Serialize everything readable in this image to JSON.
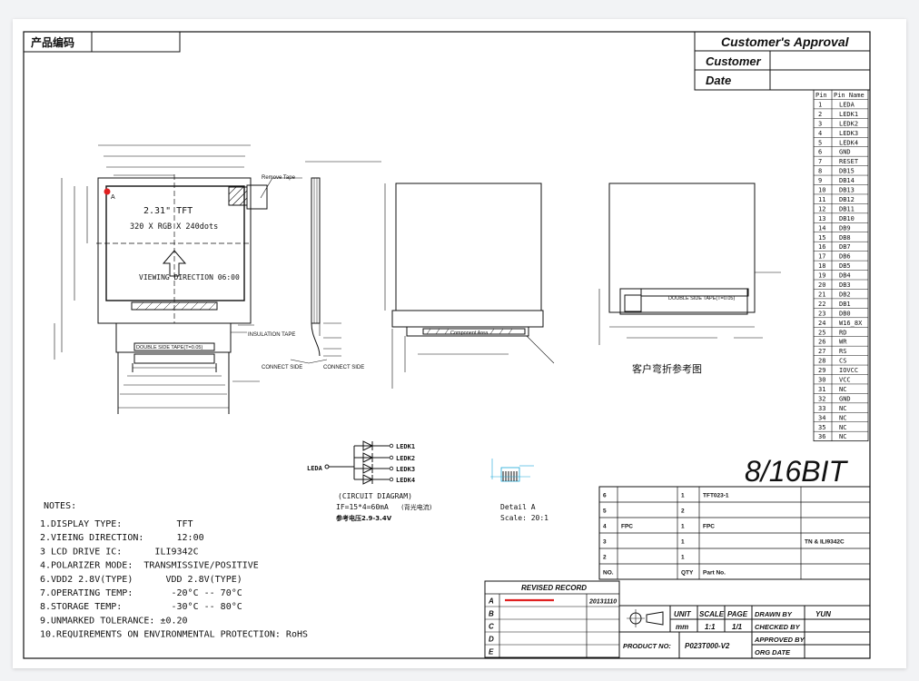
{
  "product_code_label": "产品编码",
  "approval": {
    "title": "Customer's Approval",
    "customer_label": "Customer",
    "date_label": "Date"
  },
  "pins": {
    "header": [
      "Pin",
      "Pin Name"
    ],
    "rows": [
      [
        "1",
        "LEDA"
      ],
      [
        "2",
        "LEDK1"
      ],
      [
        "3",
        "LEDK2"
      ],
      [
        "4",
        "LEDK3"
      ],
      [
        "5",
        "LEDK4"
      ],
      [
        "6",
        "GND"
      ],
      [
        "7",
        "RESET"
      ],
      [
        "8",
        "DB15"
      ],
      [
        "9",
        "DB14"
      ],
      [
        "10",
        "DB13"
      ],
      [
        "11",
        "DB12"
      ],
      [
        "12",
        "DB11"
      ],
      [
        "13",
        "DB10"
      ],
      [
        "14",
        "DB9"
      ],
      [
        "15",
        "DB8"
      ],
      [
        "16",
        "DB7"
      ],
      [
        "17",
        "DB6"
      ],
      [
        "18",
        "DB5"
      ],
      [
        "19",
        "DB4"
      ],
      [
        "20",
        "DB3"
      ],
      [
        "21",
        "DB2"
      ],
      [
        "22",
        "DB1"
      ],
      [
        "23",
        "DB0"
      ],
      [
        "24",
        "W16_8X"
      ],
      [
        "25",
        "RD"
      ],
      [
        "26",
        "WR"
      ],
      [
        "27",
        "RS"
      ],
      [
        "28",
        "CS"
      ],
      [
        "29",
        "IOVCC"
      ],
      [
        "30",
        "VCC"
      ],
      [
        "31",
        "NC"
      ],
      [
        "32",
        "GND"
      ],
      [
        "33",
        "NC"
      ],
      [
        "34",
        "NC"
      ],
      [
        "35",
        "NC"
      ],
      [
        "36",
        "NC"
      ]
    ]
  },
  "bit_label": "8/16BIT",
  "front_view": {
    "title": "2.31\" TFT",
    "resolution": "320 X RGB X 240dots",
    "viewing": "VIEWING DIRECTION 06:00",
    "marker": "A",
    "remove_tape": "Remove Tape",
    "insulation_tape": "INSULATION TAPE",
    "double_side_tape": "DOUBLE SIDE TAPE(T=0.05)",
    "connect_side": "CONNECT SIDE"
  },
  "side_view": {
    "connect_side": "CONNECT SIDE"
  },
  "back_view": {
    "component_area": "Component Area"
  },
  "bent_view": {
    "double_side_tape": "DOUBLE SIDE TAPE(T=0.05)",
    "caption": "客户弯折参考图"
  },
  "circuit": {
    "leda": "LEDA",
    "ledk": [
      "LEDK1",
      "LEDK2",
      "LEDK3",
      "LEDK4"
    ],
    "caption": "(CIRCUIT DIAGRAM)",
    "current": "IF=15*4=60mA",
    "current_note": "(背光电流)",
    "voltage": "参考电压2.9-3.4V"
  },
  "detail": {
    "caption1": "Detail A",
    "caption2": "Scale: 20:1"
  },
  "notes": {
    "title": "NOTES:",
    "lines": [
      "1.DISPLAY TYPE:          TFT",
      "2.VIEING DIRECTION:      12:00",
      "3 LCD DRIVE IC:      ILI9342C",
      "4.POLARIZER MODE:  TRANSMISSIVE/POSITIVE",
      "6.VDD2 2.8V(TYPE)      VDD 2.8V(TYPE)",
      "7.OPERATING TEMP:       -20°C -- 70°C",
      "8.STORAGE TEMP:         -30°C -- 80°C",
      "9.UNMARKED TOLERANCE: ±0.20",
      "10.REQUIREMENTS ON ENVIRONMENTAL PROTECTION: RoHS"
    ]
  },
  "bom": {
    "rows": [
      [
        "6",
        "",
        "1",
        "TFT023-1",
        ""
      ],
      [
        "5",
        "",
        "2",
        "",
        ""
      ],
      [
        "4",
        "FPC",
        "1",
        "FPC",
        ""
      ],
      [
        "3",
        "",
        "1",
        "",
        "TN & ILI9342C"
      ],
      [
        "2",
        "",
        "1",
        "",
        ""
      ]
    ],
    "header": [
      "NO.",
      "",
      "QTY",
      "Part No.",
      ""
    ]
  },
  "revised": {
    "title": "REVISED RECORD",
    "rows": [
      [
        "A",
        "",
        "20131110"
      ],
      [
        "B",
        "",
        ""
      ],
      [
        "C",
        "",
        ""
      ],
      [
        "D",
        "",
        ""
      ],
      [
        "E",
        "",
        ""
      ]
    ]
  },
  "title_block": {
    "unit_label": "UNIT",
    "unit_value": "mm",
    "scale_label": "SCALE",
    "scale_value": "1:1",
    "page_label": "PAGE",
    "page_value": "1/1",
    "drawn_by": "DRAWN BY",
    "drawn_by_value": "YUN",
    "checked_by": "CHECKED BY",
    "approved_by": "APPROVED BY",
    "org_date": "ORG DATE",
    "product_no_label": "PRODUCT NO:",
    "product_no_value": "P023T000-V2"
  },
  "colors": {
    "line": "#111111",
    "red_annotation": "#e02020",
    "cyan_annotation": "#1aa7d8"
  }
}
